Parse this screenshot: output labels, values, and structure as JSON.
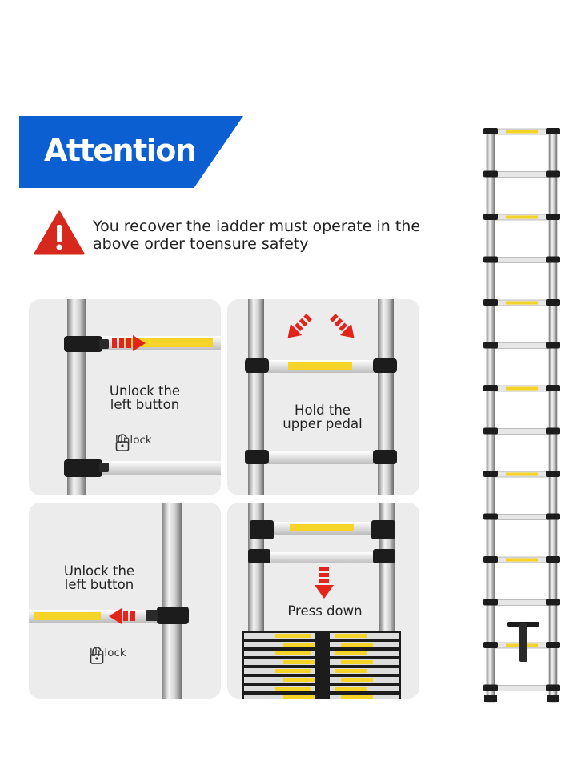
{
  "banner": {
    "title": "Attention"
  },
  "warning": {
    "icon": "warning-triangle-icon",
    "text": "You recover the iadder must operate in the above order toensure safety"
  },
  "panels": [
    {
      "caption_line1": "Unlock the",
      "caption_line2": "left button",
      "lock_label": "Unlock"
    },
    {
      "caption_line1": "Hold the",
      "caption_line2": "upper pedal"
    },
    {
      "caption_line1": "Unlock the",
      "caption_line2": "left button",
      "lock_label": "Unlock"
    },
    {
      "caption_line1": "Press down"
    }
  ],
  "colors": {
    "banner_blue": "#0b5fd1",
    "warning_red": "#d6281d",
    "arrow_red": "#e3241b",
    "label_yellow": "#f3d427",
    "panel_gray": "#ececec"
  }
}
